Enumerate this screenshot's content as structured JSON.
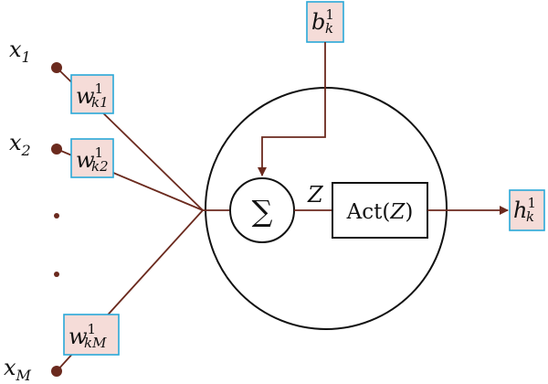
{
  "colors": {
    "wire": "#6b2a1e",
    "label_fill": "#f5dcd8",
    "label_border": "#29a8d8",
    "stroke": "#111111",
    "background": "#ffffff"
  },
  "inputs": [
    {
      "base": "x",
      "sub": "1"
    },
    {
      "base": "x",
      "sub": "2"
    },
    {
      "base": "x",
      "sub": "M"
    }
  ],
  "weights": [
    {
      "base": "w",
      "sup": "1",
      "sub": "k1"
    },
    {
      "base": "w",
      "sup": "1",
      "sub": "k2"
    },
    {
      "base": "w",
      "sup": "1",
      "sub": "kM"
    }
  ],
  "bias": {
    "base": "b",
    "sup": "1",
    "sub": "k"
  },
  "summation_symbol": "∑",
  "z_label": "Z",
  "activation": {
    "prefix": "Act(",
    "var": "Z",
    "suffix": ")"
  },
  "output": {
    "base": "h",
    "sup": "1",
    "sub": "k"
  }
}
